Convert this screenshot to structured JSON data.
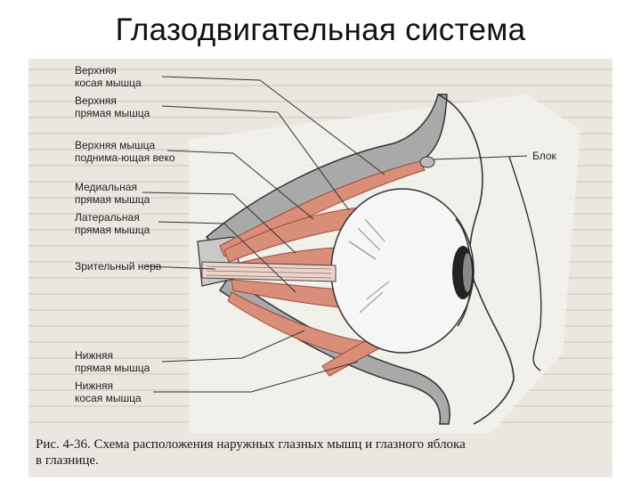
{
  "title": "Глазодвигательная система",
  "labels": {
    "superior_oblique": [
      "Верхняя",
      "косая мышца"
    ],
    "superior_rectus": [
      "Верхняя",
      "прямая мышца"
    ],
    "levator": [
      "Верхняя мышца",
      "поднима-ющая веко"
    ],
    "medial_rectus": [
      "Медиальная",
      "прямая мышца"
    ],
    "lateral_rectus": [
      "Латеральная",
      "прямая мышца"
    ],
    "optic_nerve": "Зрительный нерв",
    "inferior_rectus": [
      "Нижняя",
      "прямая мышца"
    ],
    "inferior_oblique": [
      "Нижняя",
      "косая мышца"
    ],
    "trochlea": "Блок"
  },
  "caption": {
    "line1": "Рис. 4-36. Схема расположения наружных глазных мышц и глазного яблока",
    "line2": "в глазнице."
  },
  "colors": {
    "muscle": "#d98e7a",
    "muscle_dark": "#b8604c",
    "orbit_gray": "#a9a9a9",
    "background": "#ebe7e0"
  }
}
